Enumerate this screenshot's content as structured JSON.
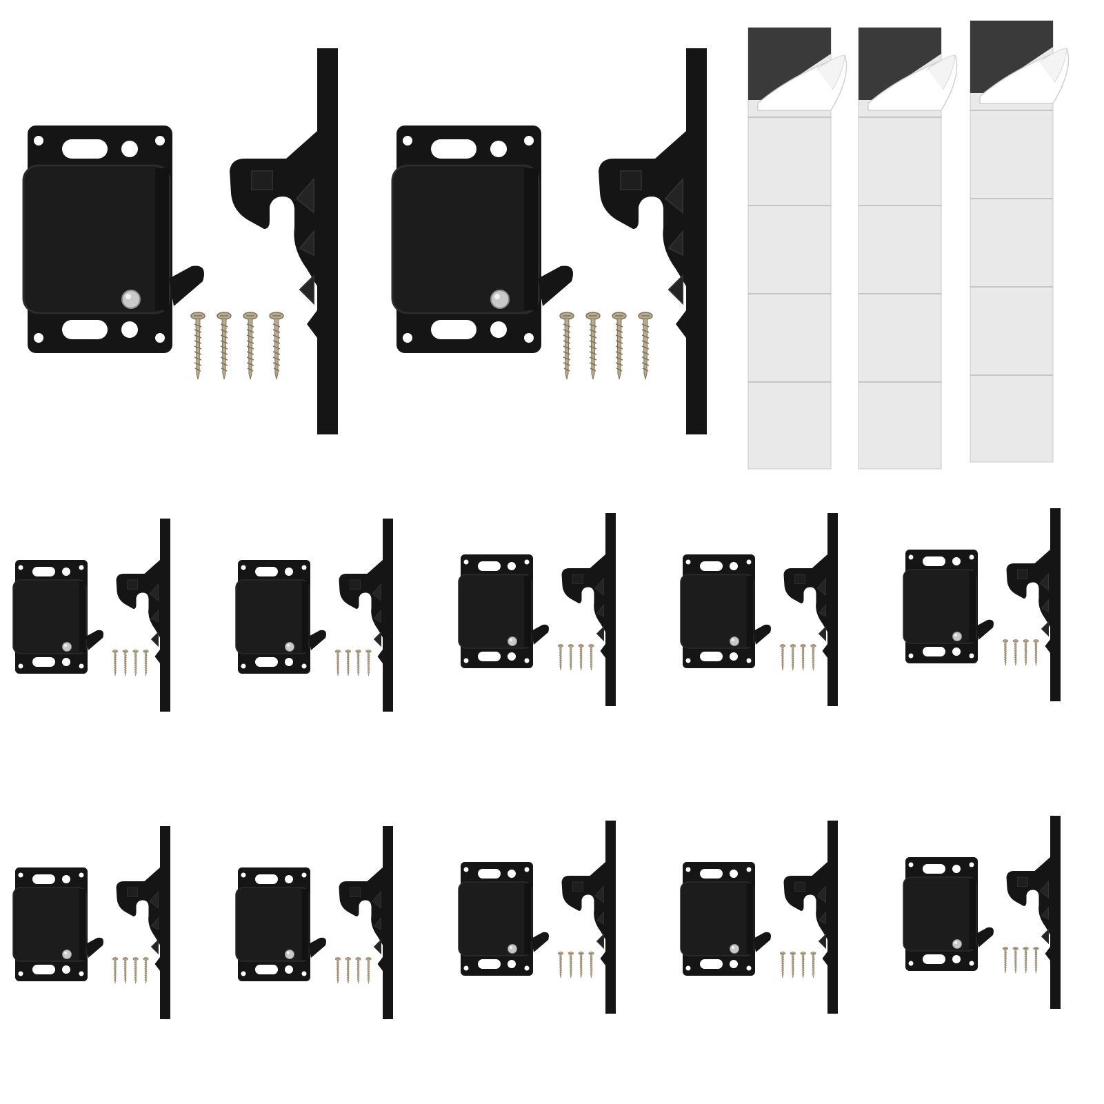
{
  "scene": {
    "description_items": {
      "large_latch_sets": 2,
      "adhesive_strips": 3,
      "small_latch_sets_per_row": 5,
      "small_latch_rows": 2,
      "screws_per_set": 4
    },
    "colors": {
      "background": "#ffffff",
      "latch_body": "#151515",
      "latch_face": "#1c1c1c",
      "latch_edge": "#2a2a2a",
      "screw": "#b7ab8e",
      "screw_dark": "#7e735c",
      "pin": "#c9c9c9",
      "strip_paper": "#e9e9e9",
      "strip_line": "#b9b9b9",
      "strip_backing": "#3a3a3a",
      "strip_curl": "#ffffff"
    }
  }
}
